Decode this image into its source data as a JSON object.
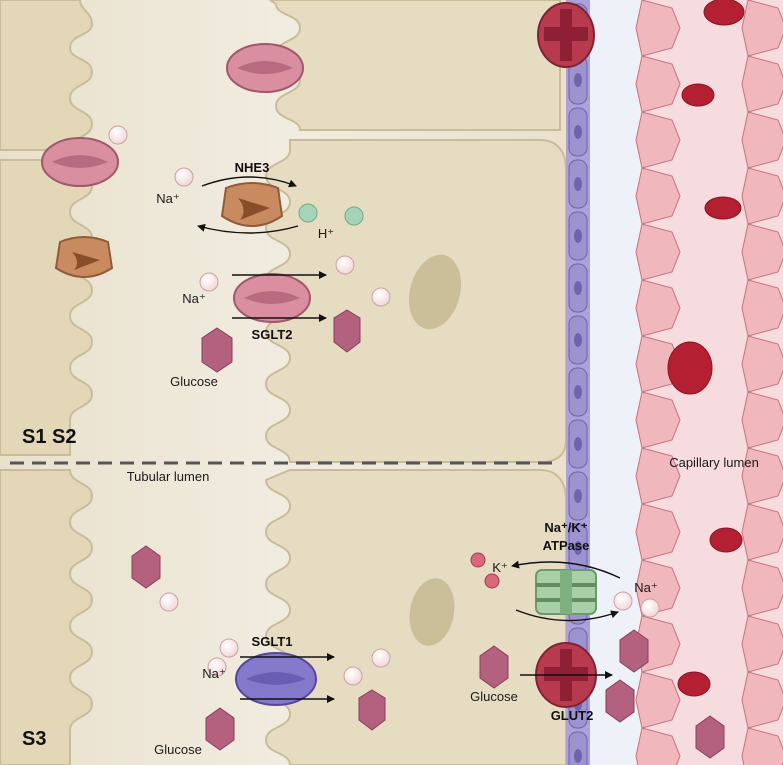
{
  "labels": {
    "nhe3": "NHE3",
    "na_nhe3": "Na⁺",
    "h_nhe3": "H⁺",
    "na_sglt2": "Na⁺",
    "sglt2": "SGLT2",
    "glucose_sglt2": "Glucose",
    "segment_s1s2": "S1 S2",
    "tubular_lumen": "Tubular lumen",
    "capillary_lumen": "Capillary lumen",
    "nak_atpase_line1": "Na⁺/K⁺",
    "nak_atpase_line2": "ATPase",
    "k_pump": "K⁺",
    "na_pump": "Na⁺",
    "glucose_glut2": "Glucose",
    "glut2": "GLUT2",
    "sglt1": "SGLT1",
    "na_sglt1": "Na⁺",
    "glucose_sglt1": "Glucose",
    "segment_s3": "S3"
  },
  "colors": {
    "lumen": "#ece7da",
    "cell": "#e6dcc2",
    "cell_edge": "#c9bc9a",
    "nucleus": "#cbbf9a",
    "endothelium": "#9c93cf",
    "endothelium_edge": "#6f63ad",
    "interstitium": "#eef1f7",
    "capillary": "#f7dcdf",
    "capillary_cell": "#f0b7bd",
    "capillary_edge": "#c9707c",
    "rbc": "#b51f32",
    "sglt2": "#d98fa0",
    "nhe3": "#c98a60",
    "sglt1": "#8579cc",
    "glut2": "#b83a4f",
    "atpase": "#a8cfa8",
    "na_ion": "#f8e6e6",
    "h_ion": "#a6d4b8",
    "k_ion": "#d9687a",
    "glucose": "#b4607f"
  }
}
